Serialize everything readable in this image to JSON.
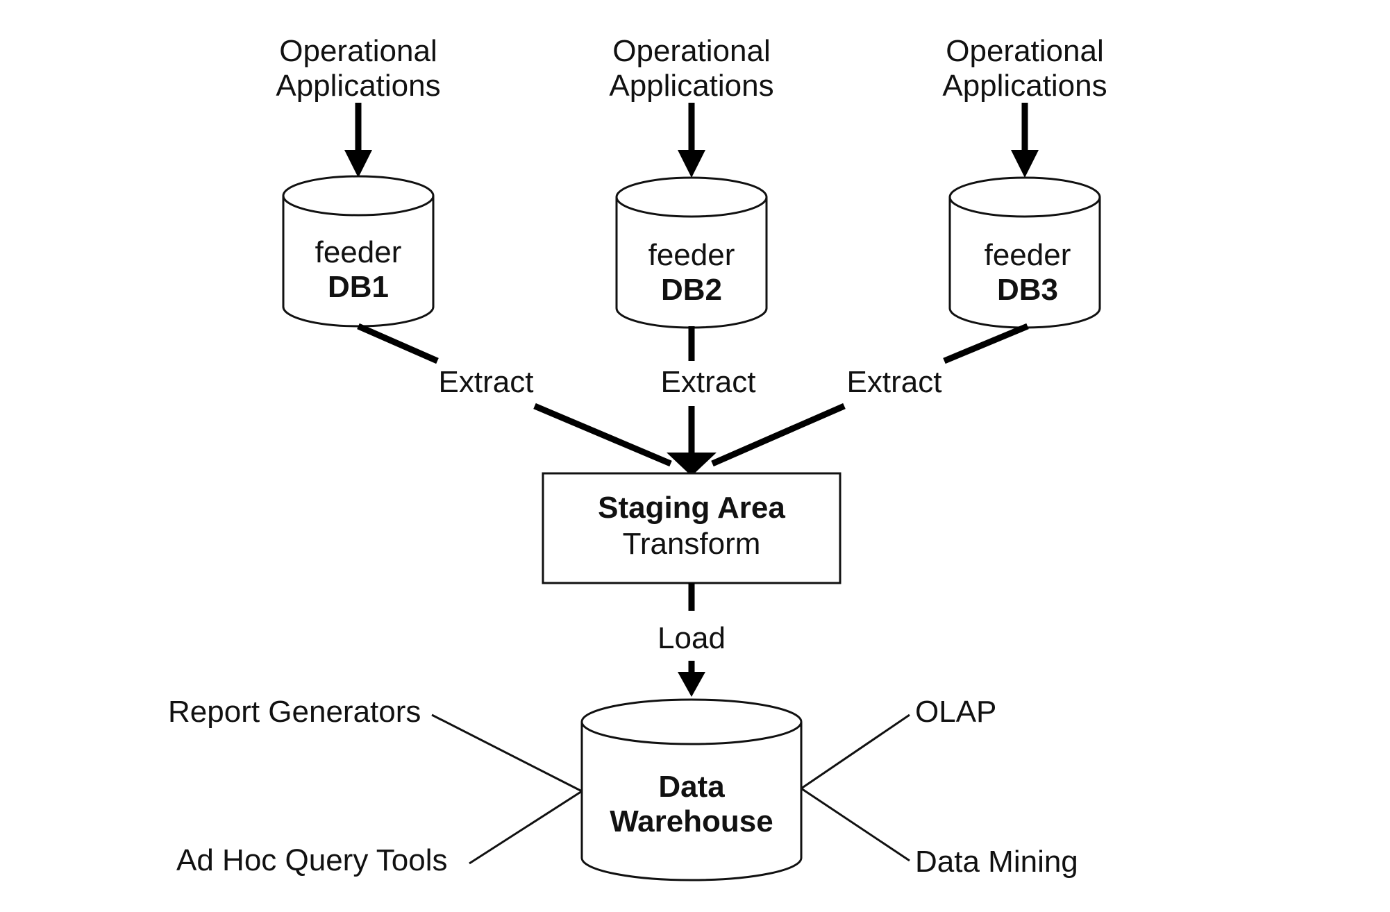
{
  "sources": [
    {
      "line1": "Operational",
      "line2": "Applications",
      "db_label": "feeder",
      "db_name": "DB1",
      "extract_label": "Extract"
    },
    {
      "line1": "Operational",
      "line2": "Applications",
      "db_label": "feeder",
      "db_name": "DB2",
      "extract_label": "Extract"
    },
    {
      "line1": "Operational",
      "line2": "Applications",
      "db_label": "feeder",
      "db_name": "DB3",
      "extract_label": "Extract"
    }
  ],
  "staging": {
    "title": "Staging Area",
    "subtitle": "Transform"
  },
  "load_label": "Load",
  "warehouse": {
    "line1": "Data",
    "line2": "Warehouse"
  },
  "tools": {
    "top_left": "Report Generators",
    "bottom_left": "Ad Hoc Query Tools",
    "top_right": "OLAP",
    "bottom_right": "Data Mining"
  }
}
